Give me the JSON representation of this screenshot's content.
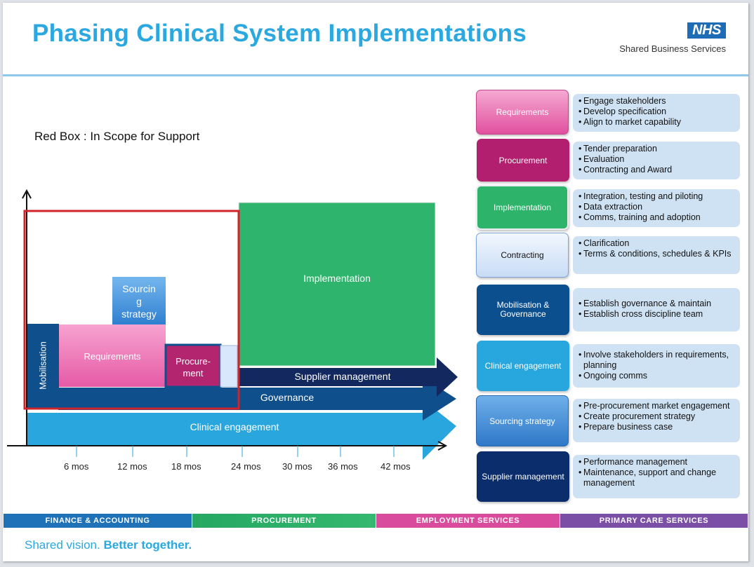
{
  "header": {
    "title": "Phasing Clinical System Implementations",
    "logo_text": "NHS",
    "logo_subtitle": "Shared Business Services"
  },
  "legend_note": "Red Box : In Scope for Support",
  "diagram": {
    "blocks": {
      "mobilisation": "Mobilisation",
      "requirements": "Requirements",
      "sourcing_strategy_line1": "Sourcin",
      "sourcing_strategy_line2": "g",
      "sourcing_strategy_line3": "strategy",
      "procurement_line1": "Procure-",
      "procurement_line2": "ment",
      "implementation": "Implementation",
      "supplier_management": "Supplier management",
      "governance": "Governance",
      "clinical_engagement": "Clinical engagement"
    },
    "x_axis_ticks": [
      "6 mos",
      "12 mos",
      "18 mos",
      "24 mos",
      "30 mos",
      "36 mos",
      "42 mos"
    ]
  },
  "stages": [
    {
      "label": "Requirements",
      "color": "#e85aa7",
      "bullets": [
        "Engage stakeholders",
        "Develop specification",
        "Align to market capability"
      ]
    },
    {
      "label": "Procurement",
      "color": "#b21f6e",
      "bullets": [
        "Tender preparation",
        "Evaluation",
        "Contracting and Award"
      ]
    },
    {
      "label": "Implementation",
      "color": "#2db36a",
      "bullets": [
        "Integration, testing and piloting",
        "Data extraction",
        "Comms, training and adoption"
      ]
    },
    {
      "label": "Contracting",
      "color": "#d6e7fb",
      "bullets": [
        "Clarification",
        "Terms & conditions, schedules & KPIs"
      ]
    },
    {
      "label_line1": "Mobilisation &",
      "label_line2": "Governance",
      "color": "#0c4f8f",
      "bullets": [
        "Establish governance  & maintain",
        "Establish cross discipline team"
      ]
    },
    {
      "label": "Clinical engagement",
      "color": "#27a7dd",
      "bullets": [
        "Involve  stakeholders in requirements, planning",
        "Ongoing comms"
      ]
    },
    {
      "label": "Sourcing strategy",
      "color": "#3e8fd6",
      "bullets": [
        "Pre-procurement market engagement",
        "Create procurement strategy",
        "Prepare business case"
      ]
    },
    {
      "label": "Supplier management",
      "color": "#0b2d6b",
      "bullets": [
        "Performance management",
        "Maintenance, support and change management"
      ]
    }
  ],
  "footer": {
    "sections": [
      {
        "label": "FINANCE & ACCOUNTING",
        "color": "#1f72b8"
      },
      {
        "label": "PROCUREMENT",
        "color": "#2db36a"
      },
      {
        "label": "EMPLOYMENT SERVICES",
        "color": "#d94b9c"
      },
      {
        "label": "PRIMARY CARE SERVICES",
        "color": "#7a4fa5"
      }
    ],
    "tagline_part1": "Shared vision.",
    "tagline_part2": "Better together."
  }
}
